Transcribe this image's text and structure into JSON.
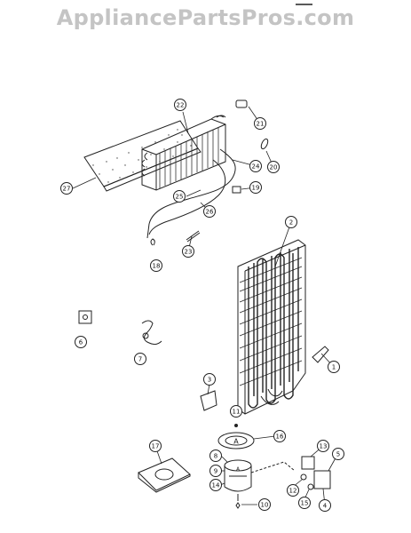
{
  "watermark": "AppliancePartsPros.com",
  "callouts": [
    {
      "label": "22"
    },
    {
      "label": "21"
    },
    {
      "label": "20"
    },
    {
      "label": "24"
    },
    {
      "label": "19"
    },
    {
      "label": "27"
    },
    {
      "label": "25"
    },
    {
      "label": "26"
    },
    {
      "label": "18"
    },
    {
      "label": "23"
    },
    {
      "label": "2"
    },
    {
      "label": "6"
    },
    {
      "label": "7"
    },
    {
      "label": "1"
    },
    {
      "label": "3"
    },
    {
      "label": "11"
    },
    {
      "label": "16"
    },
    {
      "label": "17"
    },
    {
      "label": "8"
    },
    {
      "label": "9"
    },
    {
      "label": "14"
    },
    {
      "label": "10"
    },
    {
      "label": "13"
    },
    {
      "label": "5"
    },
    {
      "label": "12"
    },
    {
      "label": "15"
    },
    {
      "label": "4"
    }
  ]
}
